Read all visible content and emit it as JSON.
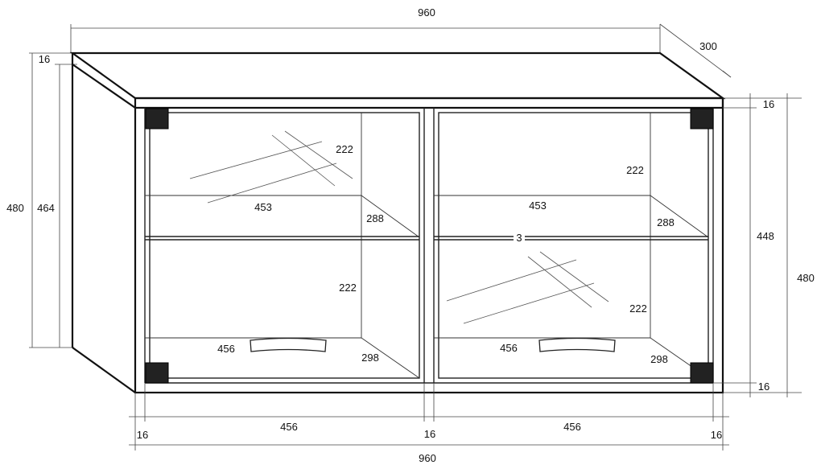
{
  "diagram": {
    "overall_width": "960",
    "overall_depth": "300",
    "side_height_outer": "480",
    "side_height_inner": "464",
    "top_thickness_left": "16",
    "top_thickness_right": "16",
    "bottom_thickness_right": "16",
    "inner_height": "448",
    "outer_height_right": "480",
    "left_compartment": {
      "upper_height": "222",
      "shelf_width": "453",
      "shelf_depth": "288",
      "lower_height": "222",
      "bottom_width": "456",
      "bottom_depth": "298"
    },
    "right_compartment": {
      "upper_height": "222",
      "shelf_width": "453",
      "shelf_depth": "288",
      "lower_height": "222",
      "bottom_width": "456",
      "bottom_depth": "298"
    },
    "shelf_thickness": "3",
    "bottom_dims": {
      "left_panel": "16",
      "left_opening": "456",
      "middle_panel": "16",
      "right_opening": "456",
      "right_panel": "16",
      "total": "960"
    },
    "colors": {
      "line": "#111111",
      "hinge": "#222222",
      "background": "#ffffff"
    }
  }
}
